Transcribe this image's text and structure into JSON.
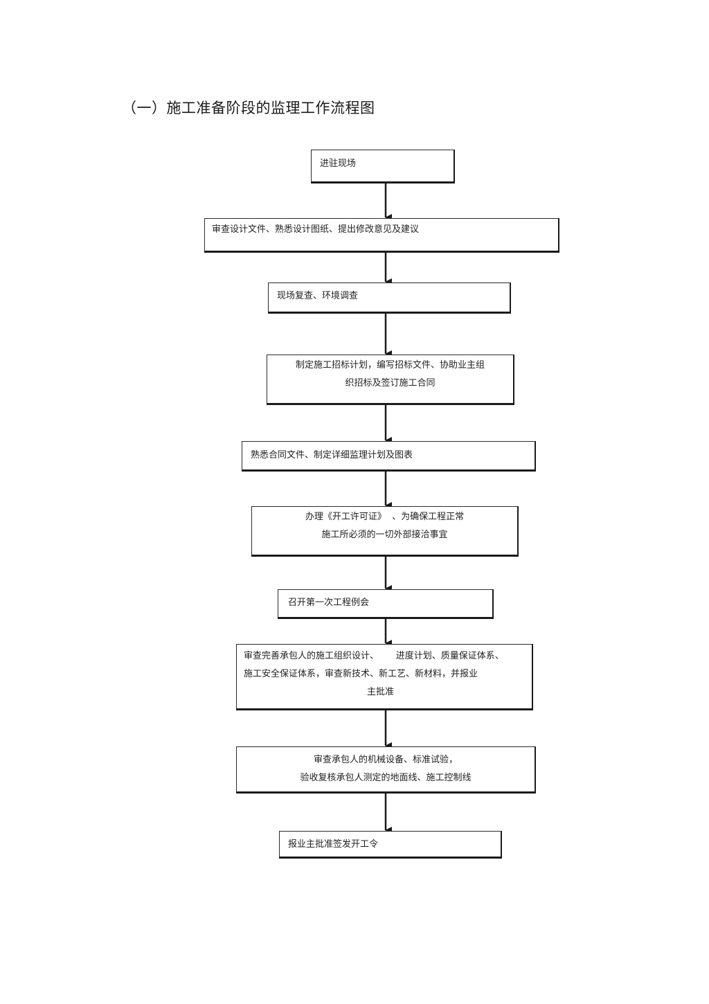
{
  "title": "（一）施工准备阶段的监理工作流程图",
  "steps": [
    {
      "lines": [
        "进驻现场"
      ]
    },
    {
      "lines": [
        "审查设计文件、熟悉设计图纸、提出修改意见及建议"
      ]
    },
    {
      "lines": [
        "现场复查、环境调查"
      ]
    },
    {
      "lines": [
        "制定施工招标计划，编写招标文件、协助业主组",
        "织招标及签订施工合同"
      ]
    },
    {
      "lines": [
        "熟悉合同文件、制定详细监理计划及图表"
      ]
    },
    {
      "lines": [
        "办理《开工许可证》  、为确保工程正常",
        "施工所必须的一切外部接洽事宜"
      ]
    },
    {
      "lines": [
        "召开第一次工程例会"
      ]
    },
    {
      "lines": [
        "审查完善承包人的施工组织设计、      进度计划、质量保证体系、",
        "施工安全保证体系，审查新技术、新工艺、新材料，并报业",
        "主批准"
      ]
    },
    {
      "lines": [
        "审查承包人的机械设备、标准试验，",
        "验收复核承包人测定的地面线、施工控制线"
      ]
    },
    {
      "lines": [
        "报业主批准签发开工令"
      ]
    }
  ],
  "colors": {
    "border": "#1a1a1a",
    "arrow": "#1a1a1a",
    "text": "#222222"
  }
}
